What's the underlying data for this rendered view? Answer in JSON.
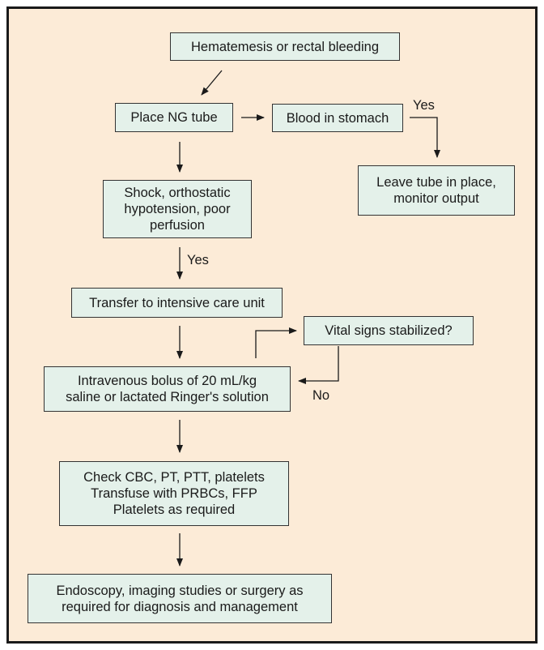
{
  "nodes": {
    "start": [
      "Hematemesis or rectal bleeding"
    ],
    "ng_tube": [
      "Place NG tube"
    ],
    "blood_stomach": [
      "Blood in stomach"
    ],
    "leave_tube": [
      "Leave tube in place,",
      "monitor output"
    ],
    "shock": [
      "Shock, orthostatic",
      "hypotension, poor",
      "perfusion"
    ],
    "icu": [
      "Transfer to intensive care unit"
    ],
    "vitals": [
      "Vital signs stabilized?"
    ],
    "bolus": [
      "Intravenous bolus of 20 mL/kg",
      "saline or lactated Ringer's solution"
    ],
    "labs": [
      "Check CBC, PT, PTT, platelets",
      "Transfuse with PRBCs, FFP",
      "Platelets as required"
    ],
    "endoscopy": [
      "Endoscopy, imaging studies or surgery as",
      "required for diagnosis and management"
    ]
  },
  "edge_labels": {
    "yes_blood": "Yes",
    "yes_shock": "Yes",
    "no_vitals": "No"
  },
  "colors": {
    "background": "#fcebd7",
    "box_fill": "#e4f1ea",
    "border": "#333333",
    "frame": "#1a1a1a"
  }
}
